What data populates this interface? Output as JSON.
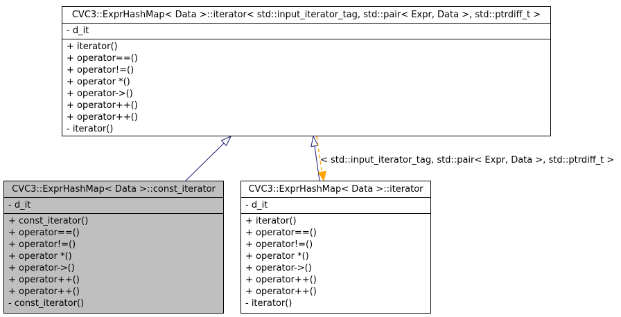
{
  "diagram": {
    "classes": [
      {
        "title": "CVC3::ExprHashMap< Data >::iterator< std::input_iterator_tag, std::pair< Expr, Data >, std::ptrdiff_t >",
        "attributes": [
          "- d_it"
        ],
        "methods": [
          "+ iterator()",
          "+ operator==()",
          "+ operator!=()",
          "+ operator *()",
          "+ operator->()",
          "+ operator++()",
          "+ operator++()",
          "- iterator()"
        ]
      },
      {
        "title": "CVC3::ExprHashMap< Data >::const_iterator",
        "attributes": [
          "- d_it"
        ],
        "methods": [
          "+ const_iterator()",
          "+ operator==()",
          "+ operator!=()",
          "+ operator *()",
          "+ operator->()",
          "+ operator++()",
          "+ operator++()",
          "- const_iterator()"
        ]
      },
      {
        "title": "CVC3::ExprHashMap< Data >::iterator",
        "attributes": [
          "- d_it"
        ],
        "methods": [
          "+ iterator()",
          "+ operator==()",
          "+ operator!=()",
          "+ operator *()",
          "+ operator->()",
          "+ operator++()",
          "+ operator++()",
          "- iterator()"
        ]
      }
    ],
    "edges": {
      "template_label": "< std::input_iterator_tag, std::pair< Expr, Data >, std::ptrdiff_t >"
    },
    "colors": {
      "box_border": "#000000",
      "current_class_fill": "#bfbfbf",
      "class_fill": "#ffffff",
      "inheritance_arrow": "#191970",
      "template_arrow": "#ffa500",
      "text": "#000000"
    }
  }
}
